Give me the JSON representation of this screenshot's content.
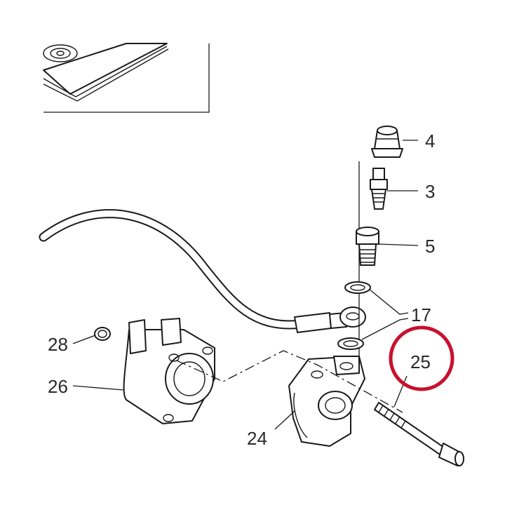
{
  "callouts": [
    {
      "id": "4",
      "text": "4"
    },
    {
      "id": "3",
      "text": "3"
    },
    {
      "id": "5",
      "text": "5"
    },
    {
      "id": "17",
      "text": "17"
    },
    {
      "id": "25",
      "text": "25"
    },
    {
      "id": "28",
      "text": "28"
    },
    {
      "id": "26",
      "text": "26"
    },
    {
      "id": "24",
      "text": "24"
    }
  ],
  "highlight_color": "#c8102e"
}
